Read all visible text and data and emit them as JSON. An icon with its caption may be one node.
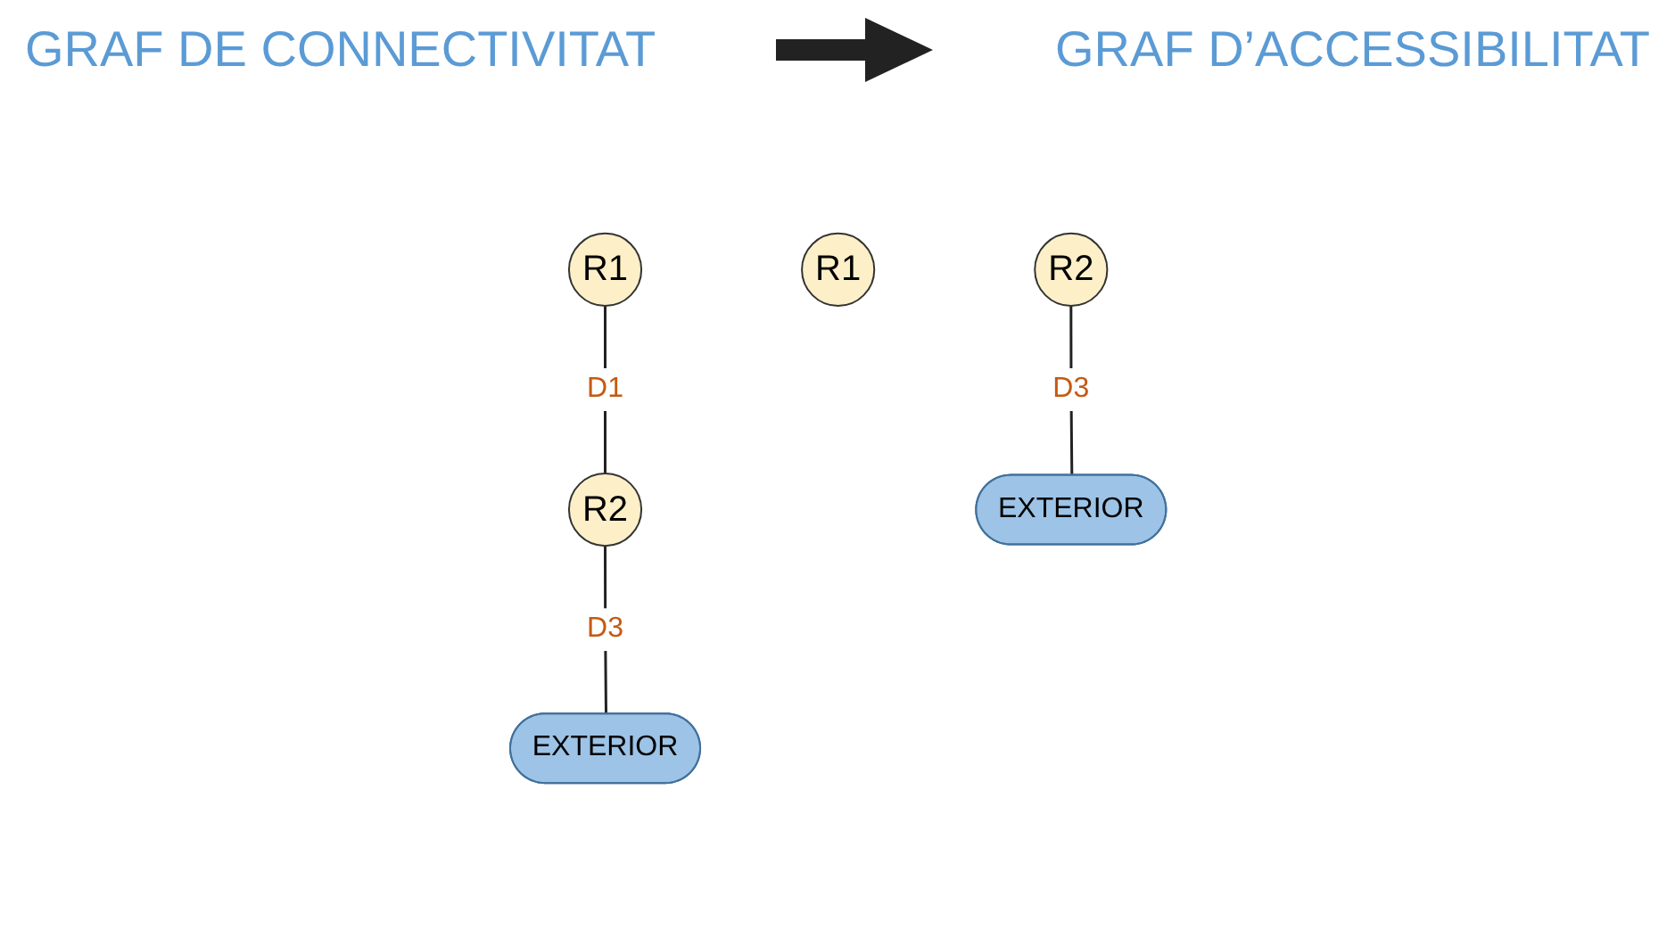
{
  "diagram": {
    "nodes": [
      {
        "text": [
          "R1"
        ]
      },
      {
        "text": [
          "R2"
        ]
      },
      {
        "text": [
          "EXTERIOR"
        ]
      },
      {
        "text": [
          "R1"
        ]
      },
      {
        "text": [
          "R2"
        ]
      },
      {
        "text": [
          "EXTERIOR"
        ]
      }
    ],
    "edges": [
      {
        "from": 0,
        "to": 1,
        "arrow": "none",
        "label": "D1"
      },
      {
        "from": 1,
        "to": 2,
        "arrow": "none",
        "label": "D3"
      },
      {
        "from": 4,
        "to": 5,
        "arrow": "none",
        "label": "D3"
      }
    ],
    "labels": [
      "GRAF DE CONNECTIVITAT",
      "GRAF D’ACCESSIBILITAT"
    ]
  }
}
